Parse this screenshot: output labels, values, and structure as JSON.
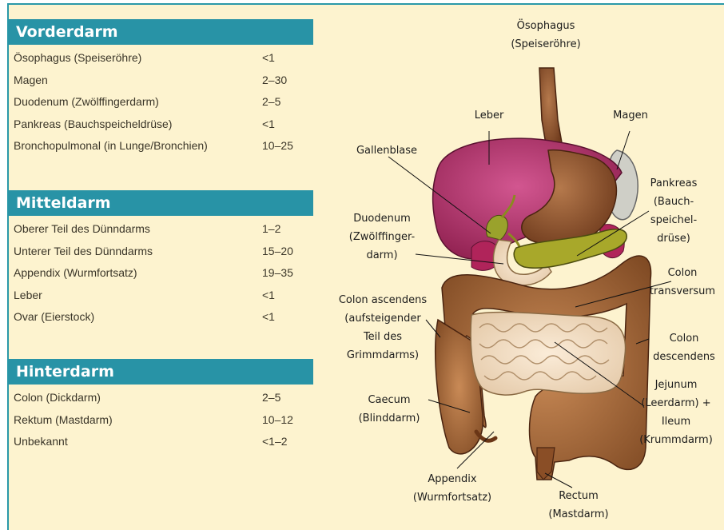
{
  "sections": [
    {
      "title": "Vorderdarm",
      "rows": [
        {
          "name": "Ösophagus (Speiseröhre)",
          "value": "<1"
        },
        {
          "name": "Magen",
          "value": "2–30"
        },
        {
          "name": "Duodenum (Zwölffingerdarm)",
          "value": "2–5"
        },
        {
          "name": "Pankreas (Bauchspeicheldrüse)",
          "value": "<1"
        },
        {
          "name": "Bronchopulmonal (in Lunge/Bronchien)",
          "value": "10–25"
        }
      ]
    },
    {
      "title": "Mitteldarm",
      "rows": [
        {
          "name": "Oberer Teil des Dünndarms",
          "value": "1–2"
        },
        {
          "name": "Unterer Teil des Dünndarms",
          "value": "15–20"
        },
        {
          "name": "Appendix (Wurmfortsatz)",
          "value": "19–35"
        },
        {
          "name": "Leber",
          "value": "<1"
        },
        {
          "name": "Ovar (Eierstock)",
          "value": "<1"
        }
      ]
    },
    {
      "title": "Hinterdarm",
      "rows": [
        {
          "name": "Colon (Dickdarm)",
          "value": "2–5"
        },
        {
          "name": "Rektum (Mastdarm)",
          "value": "10–12"
        },
        {
          "name": "Unbekannt",
          "value": "<1–2"
        }
      ]
    }
  ],
  "labels": {
    "oesophagus": "Ösophagus\n(Speiseröhre)",
    "leber": "Leber",
    "magen": "Magen",
    "gallenblase": "Gallenblase",
    "pankreas": "Pankreas\n(Bauch-\nspeichel-\ndrüse)",
    "duodenum": "Duodenum\n(Zwölffinger-\ndarm)",
    "colon_transversum": "Colon\ntransversum",
    "colon_ascendens": "Colon ascendens\n(aufsteigender\nTeil des\nGrimmdarms)",
    "colon_descendens": "Colon\ndescendens",
    "caecum": "Caecum\n(Blinddarm)",
    "jejunum": "Jejunum\n(Leerdarm) +\nIleum\n(Krummdarm)",
    "appendix": "Appendix\n(Wurmfortsatz)",
    "rectum": "Rectum\n(Mastdarm)"
  },
  "colors": {
    "header": "#2893a6",
    "background": "#fdf3cf",
    "liver": "#b8306a",
    "intestine": "#a86a3a",
    "pancreas": "#9a9a24"
  }
}
